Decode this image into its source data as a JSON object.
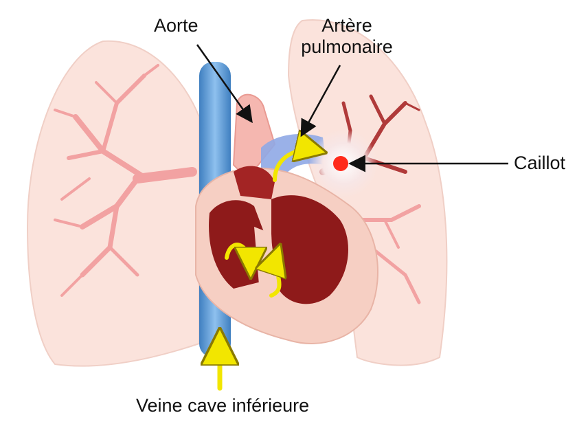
{
  "labels": {
    "aorte": "Aorte",
    "artere_line1": "Artère",
    "artere_line2": "pulmonaire",
    "caillot": "Caillot",
    "veine": "Veine cave inférieure"
  },
  "colors": {
    "lung": "#fbe3dc",
    "bronchi": "#f2a2a2",
    "vessel_blue": "#5b9bd5",
    "heart_outer": "#f6cfc3",
    "heart_inner": "#8e1a1a",
    "arrow_yellow": "#f2e600",
    "clot_red": "#ff2a1a"
  }
}
